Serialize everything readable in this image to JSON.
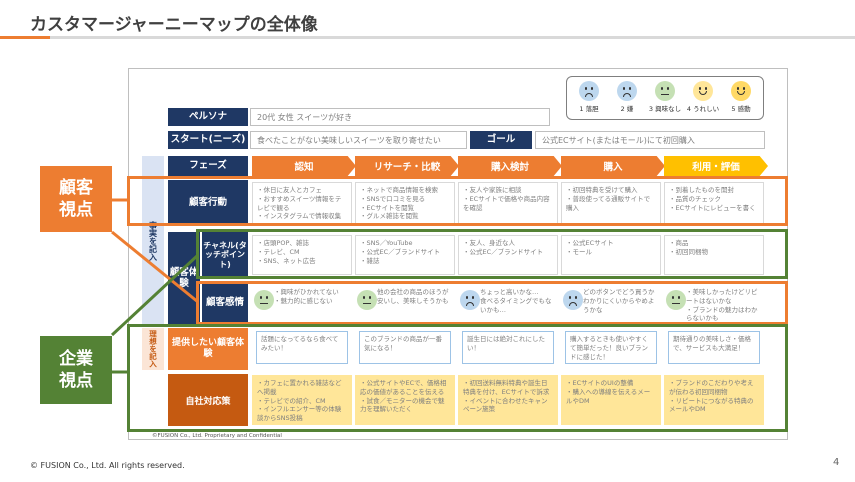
{
  "title": "カスタマージャーニーマップの全体像",
  "footer": "© FUSION Co., Ltd. All rights reserved.",
  "page_number": "4",
  "inner_copyright": "©FUSION Co., Ltd. Proprietary and Confidential",
  "colors": {
    "orange": "#ed7d31",
    "green": "#548235",
    "navy": "#1f3864"
  },
  "legend": [
    {
      "label": "1 落胆",
      "color": "#bdd7ee",
      "mood": "sad"
    },
    {
      "label": "2 嫌",
      "color": "#bdd7ee",
      "mood": "sad"
    },
    {
      "label": "3 興味なし",
      "color": "#c5e0b4",
      "mood": "flat"
    },
    {
      "label": "4 うれしい",
      "color": "#ffe699",
      "mood": "happy"
    },
    {
      "label": "5 感動",
      "color": "#ffd966",
      "mood": "happy"
    }
  ],
  "persona": {
    "label": "ペルソナ",
    "value": "20代 女性 スイーツが好き"
  },
  "start": {
    "label": "スタート(ニーズ)",
    "value": "食べたことがない美味しいスイーツを取り寄せたい"
  },
  "goal": {
    "label": "ゴール",
    "value": "公式ECサイト(またはモール)にて初回購入"
  },
  "phase_label": "フェーズ",
  "phases": [
    "認知",
    "リサーチ・比較",
    "購入検討",
    "購入",
    "利用・評価"
  ],
  "side_customer": "事実を記入",
  "side_company": "理想を記入",
  "rows": {
    "action": {
      "label": "顧客行動",
      "cells": [
        "・休日に友人とカフェ\n・おすすめスイーツ情報をテレビで観る\n・インスタグラムで情報収集",
        "・ネットで商品情報を検索\n・SNSで口コミを見る\n・ECサイトを閲覧\n・グルメ雑誌を閲覧",
        "・友人や家族に相談\n・ECサイトで価格や商品内容を確認",
        "・初回特典を受けて購入\n・普段使ってる通販サイトで購入",
        "・到着したものを開封\n・品質のチェック\n・ECサイトにレビューを書く"
      ]
    },
    "experience_label": "顧客体験",
    "channel": {
      "label": "チャネル(タッチポイント)",
      "cells": [
        "・店頭POP、雑誌\n・テレビ、CM\n・SNS、ネット広告",
        "・SNS／YouTube\n・公式EC／ブランドサイト\n・雑誌",
        "・友人、身近な人\n・公式EC／ブランドサイト",
        "・公式ECサイト\n・モール",
        "・商品\n・初回同梱物"
      ]
    },
    "emotion": {
      "label": "顧客感情",
      "cells": [
        {
          "text": "・興味がひかれてない\n・魅力的に感じない",
          "mood": "flat",
          "color": "#c5e0b4"
        },
        {
          "text": "他の会社の商品のほうが安いし、美味しそうかも",
          "mood": "flat",
          "color": "#c5e0b4"
        },
        {
          "text": "ちょっと高いかな…\n食べるタイミングでもないかも…",
          "mood": "sad",
          "color": "#bdd7ee"
        },
        {
          "text": "どのボタンでどう買うかわかりにくいからやめようかな",
          "mood": "sad",
          "color": "#bdd7ee"
        },
        {
          "text": "・美味しかったけどリピートはないかな\n・ブランドの魅力はわからないかも",
          "mood": "flat",
          "color": "#c5e0b4"
        }
      ]
    },
    "ideal": {
      "label": "提供したい顧客体験",
      "cells": [
        "話題になってるなら食べてみたい！",
        "このブランドの商品が一番気になる！",
        "誕生日には絶対これにしたい！",
        "購入するときも使いやすくて簡単だった！良いブランドに感じた！",
        "期待通りの美味しさ・価格で、サービスも大満足！"
      ]
    },
    "response": {
      "label": "自社対応策",
      "cells": [
        "・カフェに置かれる雑誌などへ掲載\n・テレビでの紹介、CM\n・インフルエンサー等の体験談からSNS投稿",
        "・公式サイトやECで、価格相応の価値があることを伝える\n・試食／モニターの機会で魅力を理解いただく",
        "・初回送料無料特典や誕生日特典を付け、ECサイトで訴求\n・イベントに合わせたキャンペーン施策",
        "・ECサイトのUIの整備\n・購入への導線を伝えるメールやDM",
        "・ブランドのこだわりや考えが伝わる初回同梱物\n・リピートにつながる特典のメールやDM"
      ]
    }
  },
  "customer_view": "顧客\n視点",
  "company_view": "企業\n視点"
}
